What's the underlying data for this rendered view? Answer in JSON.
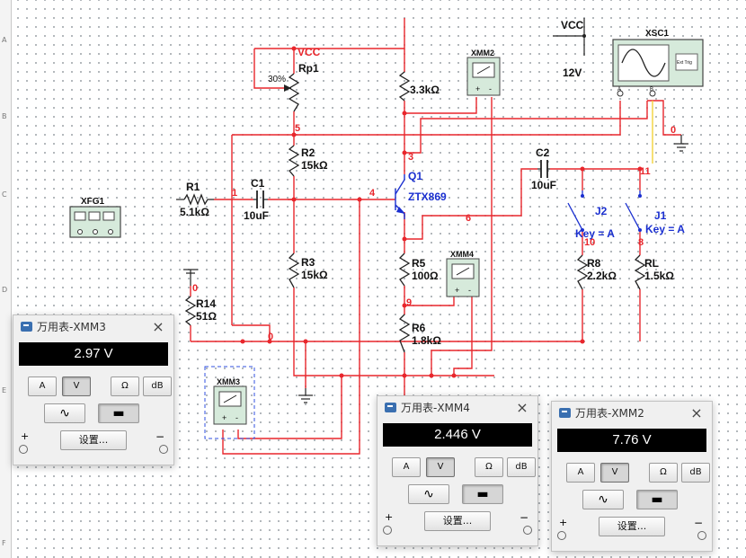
{
  "ruler": {
    "marks": [
      "A",
      "B",
      "C",
      "D",
      "E",
      "F"
    ]
  },
  "supply": {
    "label": "VCC",
    "voltage": "12V"
  },
  "oscilloscope": {
    "label": "XSC1",
    "ext_trig": "Ext Trig",
    "a": "A",
    "b": "B"
  },
  "function_generator": {
    "label": "XFG1"
  },
  "components": {
    "rp1": {
      "label": "Rp1",
      "vcc": "VCC",
      "percent": "30%"
    },
    "r1": {
      "label": "R1",
      "value": "5.1kΩ"
    },
    "c1": {
      "label": "C1",
      "value": "10uF"
    },
    "r2": {
      "label": "R2",
      "value": "15kΩ"
    },
    "r3": {
      "label": "R3",
      "value": "15kΩ"
    },
    "r14": {
      "label": "R14",
      "value": "51Ω"
    },
    "rc": {
      "value": "3.3kΩ"
    },
    "q1": {
      "label": "Q1",
      "value": "ZTX869"
    },
    "r5": {
      "label": "R5",
      "value": "100Ω"
    },
    "r6": {
      "label": "R6",
      "value": "1.8kΩ"
    },
    "c2": {
      "label": "C2",
      "value": "10uF"
    },
    "j2": {
      "label": "J2",
      "key": "Key = A"
    },
    "j1": {
      "label": "J1",
      "key": "Key = A"
    },
    "r8": {
      "label": "R8",
      "value": "2.2kΩ"
    },
    "rl": {
      "label": "RL",
      "value": "1.5kΩ"
    }
  },
  "nodes": {
    "n0a": "0",
    "n0b": "0",
    "n0c": "0",
    "n1": "1",
    "n3": "3",
    "n4": "4",
    "n5": "5",
    "n6": "6",
    "n8": "8",
    "n9": "9",
    "n10": "10",
    "n11": "11"
  },
  "meter_icons": {
    "xmm2": "XMM2",
    "xmm3": "XMM3",
    "xmm4": "XMM4",
    "plus": "+",
    "minus": "-"
  },
  "meters": [
    {
      "title": "万用表-XMM3",
      "reading": "2.97 V",
      "buttons": [
        "A",
        "V",
        "Ω",
        "dB"
      ],
      "selected": "V",
      "settings": "设置...",
      "plus": "+",
      "minus": "−",
      "close": "×"
    },
    {
      "title": "万用表-XMM4",
      "reading": "2.446 V",
      "buttons": [
        "A",
        "V",
        "Ω",
        "dB"
      ],
      "selected": "V",
      "settings": "设置...",
      "plus": "+",
      "minus": "−",
      "close": "×"
    },
    {
      "title": "万用表-XMM2",
      "reading": "7.76 V",
      "buttons": [
        "A",
        "V",
        "Ω",
        "dB"
      ],
      "selected": "V",
      "settings": "设置...",
      "plus": "+",
      "minus": "−",
      "close": "×"
    }
  ],
  "colors": {
    "wire_red": "#e8262c",
    "wire_black": "#222222",
    "label_blue": "#1a2fd0",
    "component_fill": "#d6eadb",
    "yellow_wire": "#f2d23a"
  }
}
